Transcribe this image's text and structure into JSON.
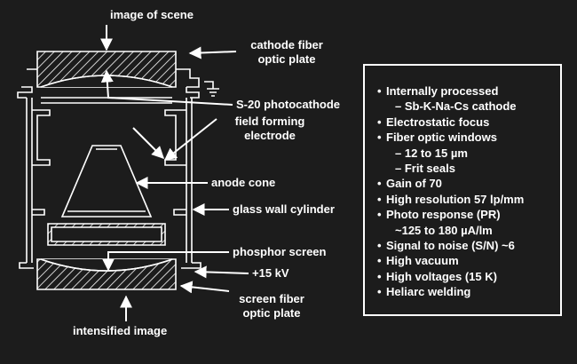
{
  "colors": {
    "background": "#1c1c1c",
    "line": "#ffffff"
  },
  "labels": {
    "image_of_scene": "image of scene",
    "cathode_fiber_1": "cathode fiber",
    "cathode_fiber_2": "optic plate",
    "photocathode": "S-20 photocathode",
    "field_forming_1": "field forming",
    "field_forming_2": "electrode",
    "anode_cone": "anode cone",
    "glass_wall": "glass wall cylinder",
    "phosphor_screen": "phosphor screen",
    "voltage": "+15 kV",
    "screen_fiber_1": "screen fiber",
    "screen_fiber_2": "optic plate",
    "intensified_image": "intensified image"
  },
  "features": [
    {
      "text": "Internally processed",
      "kind": "bullet"
    },
    {
      "text": "– Sb-K-Na-Cs cathode",
      "kind": "sub"
    },
    {
      "text": "Electrostatic focus",
      "kind": "bullet"
    },
    {
      "text": "Fiber optic windows",
      "kind": "bullet"
    },
    {
      "text": "– 12 to 15 µm",
      "kind": "sub"
    },
    {
      "text": "– Frit seals",
      "kind": "sub"
    },
    {
      "text": "Gain of 70",
      "kind": "bullet"
    },
    {
      "text": "High resolution 57 lp/mm",
      "kind": "bullet"
    },
    {
      "text": "Photo response (PR)",
      "kind": "bullet"
    },
    {
      "text": "~125 to 180 µA/lm",
      "kind": "cont"
    },
    {
      "text": "Signal to noise (S/N) ~6",
      "kind": "bullet"
    },
    {
      "text": "High vacuum",
      "kind": "bullet"
    },
    {
      "text": "High voltages (15 K)",
      "kind": "bullet"
    },
    {
      "text": "Heliarc welding",
      "kind": "bullet"
    }
  ]
}
